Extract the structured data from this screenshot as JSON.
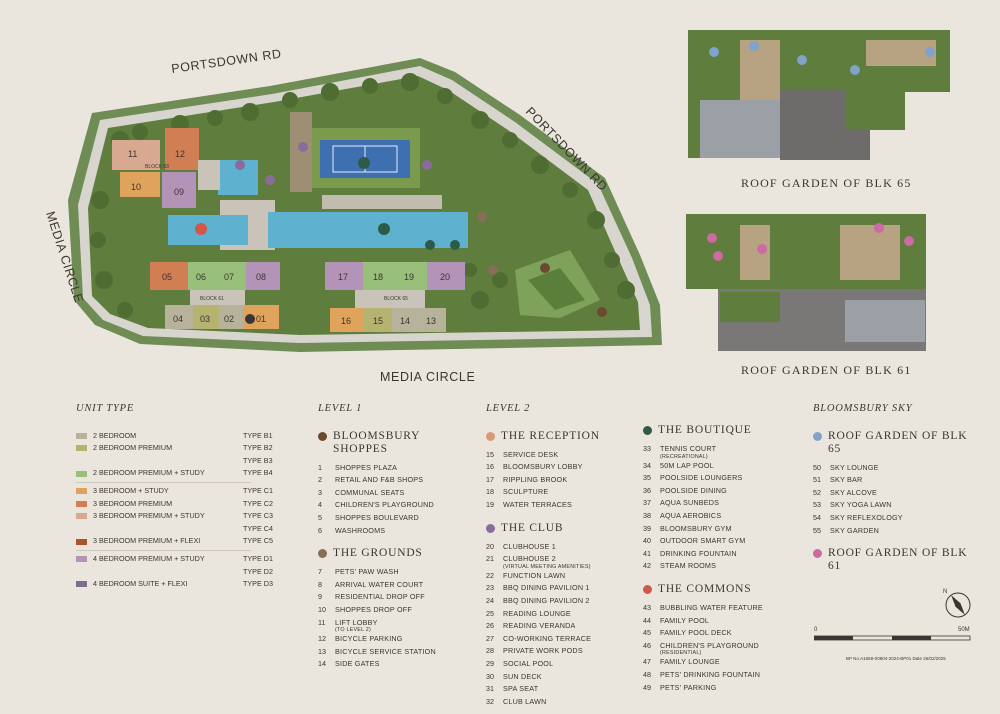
{
  "roads": {
    "portsdown_top": "PORTSDOWN RD",
    "portsdown_right": "PORTSDOWN RD",
    "media_left": "MEDIA CIRCLE",
    "media_bottom": "MEDIA CIRCLE"
  },
  "roof_gardens": {
    "blk65_title": "ROOF GARDEN OF BLK 65",
    "blk61_title": "ROOF GARDEN OF BLK 61"
  },
  "plan_labels": {
    "block63": "BLOCK 63",
    "block61": "BLOCK 61",
    "block65": "BLOCK 65"
  },
  "units_on_plan": [
    "11",
    "12",
    "10",
    "09",
    "05",
    "06",
    "07",
    "08",
    "04",
    "03",
    "02",
    "01",
    "17",
    "18",
    "19",
    "20",
    "16",
    "15",
    "14",
    "13"
  ],
  "unit_type": {
    "heading": "UNIT TYPE",
    "rows": [
      {
        "label": "2 BEDROOM",
        "type": "TYPE B1",
        "color": "#b7b39a"
      },
      {
        "label": "2 BEDROOM PREMIUM",
        "type": "TYPE B2",
        "color": "#b6b370"
      },
      {
        "label": "",
        "type": "TYPE B3",
        "color": ""
      },
      {
        "label": "2 BEDROOM PREMIUM + STUDY",
        "type": "TYPE B4",
        "color": "#98c07a"
      },
      {
        "label": "3 BEDROOM + STUDY",
        "type": "TYPE C1",
        "color": "#e0a35c"
      },
      {
        "label": "3 BEDROOM PREMIUM",
        "type": "TYPE C2",
        "color": "#d17e55"
      },
      {
        "label": "3 BEDROOM PREMIUM + STUDY",
        "type": "TYPE C3",
        "color": "#d8a890"
      },
      {
        "label": "",
        "type": "TYPE C4",
        "color": ""
      },
      {
        "label": "3 BEDROOM PREMIUM + FLEXI",
        "type": "TYPE C5",
        "color": "#a8542e"
      },
      {
        "label": "4 BEDROOM PREMIUM + STUDY",
        "type": "TYPE D1",
        "color": "#b493b8"
      },
      {
        "label": "",
        "type": "TYPE D2",
        "color": ""
      },
      {
        "label": "4 BEDROOM SUITE + FLEXI",
        "type": "TYPE D3",
        "color": "#7a6e8a"
      }
    ]
  },
  "level1": {
    "heading": "LEVEL 1",
    "groups": [
      {
        "name": "BLOOMSBURY SHOPPES",
        "color": "#6b4a2e",
        "items": [
          {
            "n": "1",
            "t": "SHOPPES PLAZA"
          },
          {
            "n": "2",
            "t": "RETAIL AND F&B SHOPS"
          },
          {
            "n": "3",
            "t": "COMMUNAL SEATS"
          },
          {
            "n": "4",
            "t": "CHILDREN'S PLAYGROUND"
          },
          {
            "n": "5",
            "t": "SHOPPES BOULEVARD"
          },
          {
            "n": "6",
            "t": "WASHROOMS"
          }
        ]
      },
      {
        "name": "THE GROUNDS",
        "color": "#8a6d58",
        "items": [
          {
            "n": "7",
            "t": "PETS' PAW WASH"
          },
          {
            "n": "8",
            "t": "ARRIVAL WATER COURT"
          },
          {
            "n": "9",
            "t": "RESIDENTIAL DROP OFF"
          },
          {
            "n": "10",
            "t": "SHOPPES DROP OFF"
          },
          {
            "n": "11",
            "t": "LIFT LOBBY",
            "sub": "(TO LEVEL 2)"
          },
          {
            "n": "12",
            "t": "BICYCLE PARKING"
          },
          {
            "n": "13",
            "t": "BICYCLE SERVICE STATION"
          },
          {
            "n": "14",
            "t": "SIDE GATES"
          }
        ]
      }
    ]
  },
  "level2": {
    "heading": "LEVEL 2",
    "groups": [
      {
        "name": "THE RECEPTION",
        "color": "#d69a74",
        "items": [
          {
            "n": "15",
            "t": "SERVICE DESK"
          },
          {
            "n": "16",
            "t": "BLOOMSBURY LOBBY"
          },
          {
            "n": "17",
            "t": "RIPPLING BROOK"
          },
          {
            "n": "18",
            "t": "SCULPTURE"
          },
          {
            "n": "19",
            "t": "WATER TERRACES"
          }
        ]
      },
      {
        "name": "THE CLUB",
        "color": "#8a6c9a",
        "items": [
          {
            "n": "20",
            "t": "CLUBHOUSE 1"
          },
          {
            "n": "21",
            "t": "CLUBHOUSE 2",
            "sub": "(VIRTUAL MEETING AMENITIES)"
          },
          {
            "n": "22",
            "t": "FUNCTION LAWN"
          },
          {
            "n": "23",
            "t": "BBQ DINING PAVILION 1"
          },
          {
            "n": "24",
            "t": "BBQ DINING PAVILION 2"
          },
          {
            "n": "25",
            "t": "READING LOUNGE"
          },
          {
            "n": "26",
            "t": "READING VERANDA"
          },
          {
            "n": "27",
            "t": "CO-WORKING TERRACE"
          },
          {
            "n": "28",
            "t": "PRIVATE WORK PODS"
          },
          {
            "n": "29",
            "t": "SOCIAL POOL"
          },
          {
            "n": "30",
            "t": "SUN DECK"
          },
          {
            "n": "31",
            "t": "SPA SEAT"
          },
          {
            "n": "32",
            "t": "CLUB LAWN"
          }
        ]
      }
    ],
    "groups_right": [
      {
        "name": "THE BOUTIQUE",
        "color": "#2e5a4a",
        "items": [
          {
            "n": "33",
            "t": "TENNIS COURT",
            "sub": "(RECREATIONAL)"
          },
          {
            "n": "34",
            "t": "50M LAP POOL"
          },
          {
            "n": "35",
            "t": "POOLSIDE LOUNGERS"
          },
          {
            "n": "36",
            "t": "POOLSIDE DINING"
          },
          {
            "n": "37",
            "t": "AQUA SUNBEDS"
          },
          {
            "n": "38",
            "t": "AQUA AEROBICS"
          },
          {
            "n": "39",
            "t": "BLOOMSBURY GYM"
          },
          {
            "n": "40",
            "t": "OUTDOOR SMART GYM"
          },
          {
            "n": "41",
            "t": "DRINKING FOUNTAIN"
          },
          {
            "n": "42",
            "t": "STEAM ROOMS"
          }
        ]
      },
      {
        "name": "THE COMMONS",
        "color": "#d0584a",
        "items": [
          {
            "n": "43",
            "t": "BUBBLING WATER FEATURE"
          },
          {
            "n": "44",
            "t": "FAMILY POOL"
          },
          {
            "n": "45",
            "t": "FAMILY POOL DECK"
          },
          {
            "n": "46",
            "t": "CHILDREN'S PLAYGROUND",
            "sub": "(RESIDENTIAL)"
          },
          {
            "n": "47",
            "t": "FAMILY LOUNGE"
          },
          {
            "n": "48",
            "t": "PETS' DRINKING FOUNTAIN"
          },
          {
            "n": "49",
            "t": "PETS' PARKING"
          }
        ]
      }
    ]
  },
  "sky": {
    "heading": "BLOOMSBURY SKY",
    "groups": [
      {
        "name": "ROOF GARDEN OF BLK 65",
        "color": "#7fa3c9",
        "items": [
          {
            "n": "50",
            "t": "SKY LOUNGE"
          },
          {
            "n": "51",
            "t": "SKY BAR"
          },
          {
            "n": "52",
            "t": "SKY ALCOVE"
          },
          {
            "n": "53",
            "t": "SKY YOGA LAWN"
          },
          {
            "n": "54",
            "t": "SKY REFLEXOLOGY"
          },
          {
            "n": "55",
            "t": "SKY GARDEN"
          }
        ]
      },
      {
        "name": "ROOF GARDEN OF BLK 61",
        "color": "#cc6aa3",
        "items": []
      }
    ]
  },
  "scale": {
    "zero": "0",
    "max": "50M"
  },
  "north": "N",
  "footnote": "BP No.A1659-00804-2024-BP01 Date 26/02/2025"
}
